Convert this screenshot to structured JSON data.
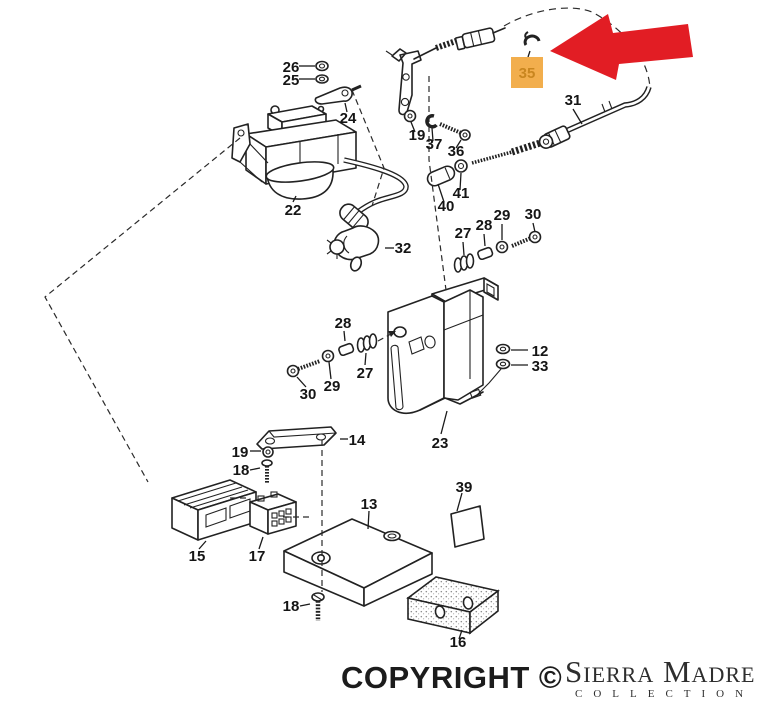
{
  "diagram": {
    "description": "Exploded parts diagram of cruise control actuator, cables, brackets and control unit",
    "highlighted_part": "35",
    "colors": {
      "line": "#222222",
      "arrow_red": "#e21d24",
      "highlight_box": "#f2ae4d",
      "highlight_text": "#c9861f",
      "background": "#ffffff"
    }
  },
  "parts": {
    "p26": "26",
    "p25": "25",
    "p24": "24",
    "p22": "22",
    "p32": "32",
    "p19a": "19",
    "p37": "37",
    "p36": "36",
    "p35": "35",
    "p31": "31",
    "p41": "41",
    "p40": "40",
    "p27a": "27",
    "p28a": "28",
    "p29a": "29",
    "p30a": "30",
    "p28b": "28",
    "p27b": "27",
    "p29b": "29",
    "p30b": "30",
    "p12": "12",
    "p33": "33",
    "p23": "23",
    "p14": "14",
    "p19b": "19",
    "p18a": "18",
    "p15": "15",
    "p17": "17",
    "p13": "13",
    "p39": "39",
    "p18b": "18",
    "p16": "16"
  },
  "footer": {
    "copyright": "COPYRIGHT ©",
    "brand": "Sierra Madre",
    "brand_sub": "COLLECTION"
  }
}
